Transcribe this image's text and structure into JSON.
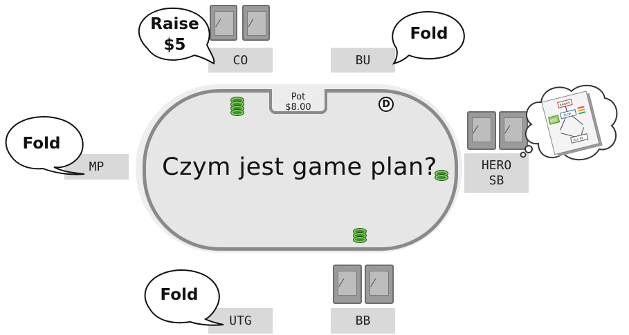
{
  "table": {
    "title": "Czym jest game plan?",
    "pot_label": "Pot",
    "pot_value": "$8.00",
    "dealer_label": "D"
  },
  "seats": {
    "co": {
      "label": "CO",
      "action": "Raise\n$5"
    },
    "bu": {
      "label": "BU",
      "action": "Fold"
    },
    "mp": {
      "label": "MP",
      "action": "Fold"
    },
    "hero": {
      "label_line1": "HERO",
      "label_line2": "SB"
    },
    "utg": {
      "label": "UTG",
      "action": "Fold"
    },
    "bb": {
      "label": "BB"
    }
  },
  "bubbles": {
    "co_line1": "Raise",
    "co_line2": "$5"
  },
  "thought": {
    "flowchart_labels": [
      "RANGE",
      "FLOP",
      "$$$",
      "ALL IN"
    ]
  },
  "colors": {
    "chip_green": "#3f8f2c",
    "felt": "#e6e6e6",
    "rail": "#8a8a8a",
    "seat_bg": "#d9d9d9"
  },
  "icons": {
    "card": "card-back-icon",
    "dealer": "dealer-button-icon",
    "chips": "chip-stack-icon"
  }
}
